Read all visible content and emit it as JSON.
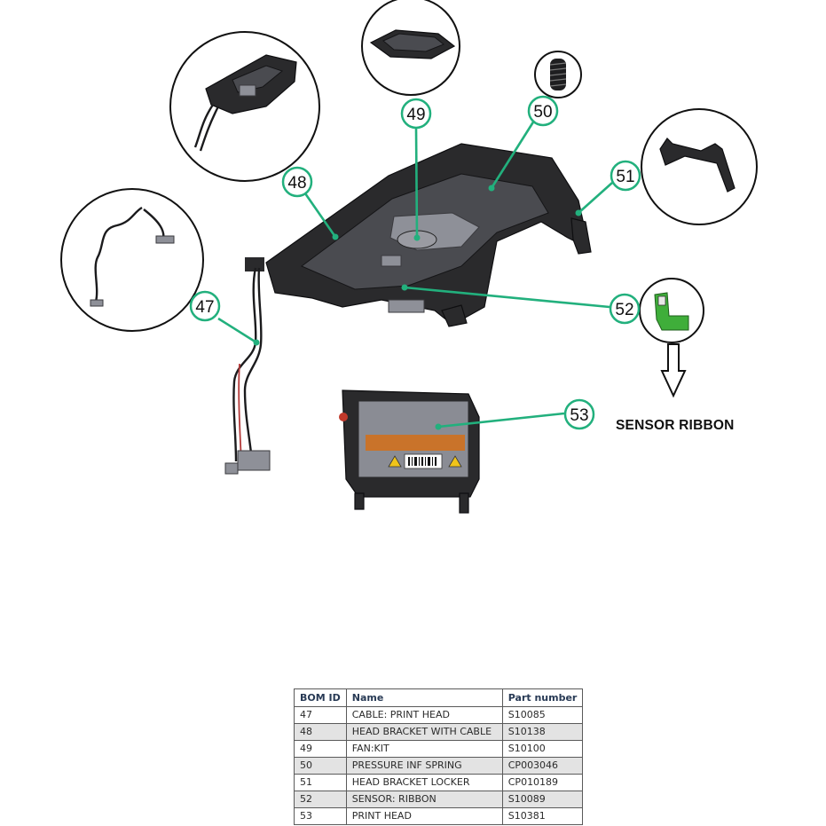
{
  "callouts": [
    {
      "number": "47"
    },
    {
      "number": "48"
    },
    {
      "number": "49"
    },
    {
      "number": "50"
    },
    {
      "number": "51"
    },
    {
      "number": "52"
    },
    {
      "number": "53"
    }
  ],
  "sensor_label": "SENSOR RIBBON",
  "bom_table": {
    "headers": [
      "BOM ID",
      "Name",
      "Part number"
    ],
    "rows": [
      {
        "id": "47",
        "name": "CABLE: PRINT HEAD",
        "part": "S10085"
      },
      {
        "id": "48",
        "name": "HEAD BRACKET WITH CABLE",
        "part": "S10138"
      },
      {
        "id": "49",
        "name": "FAN:KIT",
        "part": "S10100"
      },
      {
        "id": "50",
        "name": "PRESSURE INF SPRING",
        "part": "CP003046"
      },
      {
        "id": "51",
        "name": "HEAD BRACKET LOCKER",
        "part": "CP010189"
      },
      {
        "id": "52",
        "name": "SENSOR: RIBBON",
        "part": "S10089"
      },
      {
        "id": "53",
        "name": "PRINT HEAD",
        "part": "S10381"
      }
    ]
  },
  "colors": {
    "callout_accent": "#22b07d",
    "sensor_green": "#3fae3a",
    "label_orange": "#c9732a",
    "head_red": "#c0392b"
  }
}
